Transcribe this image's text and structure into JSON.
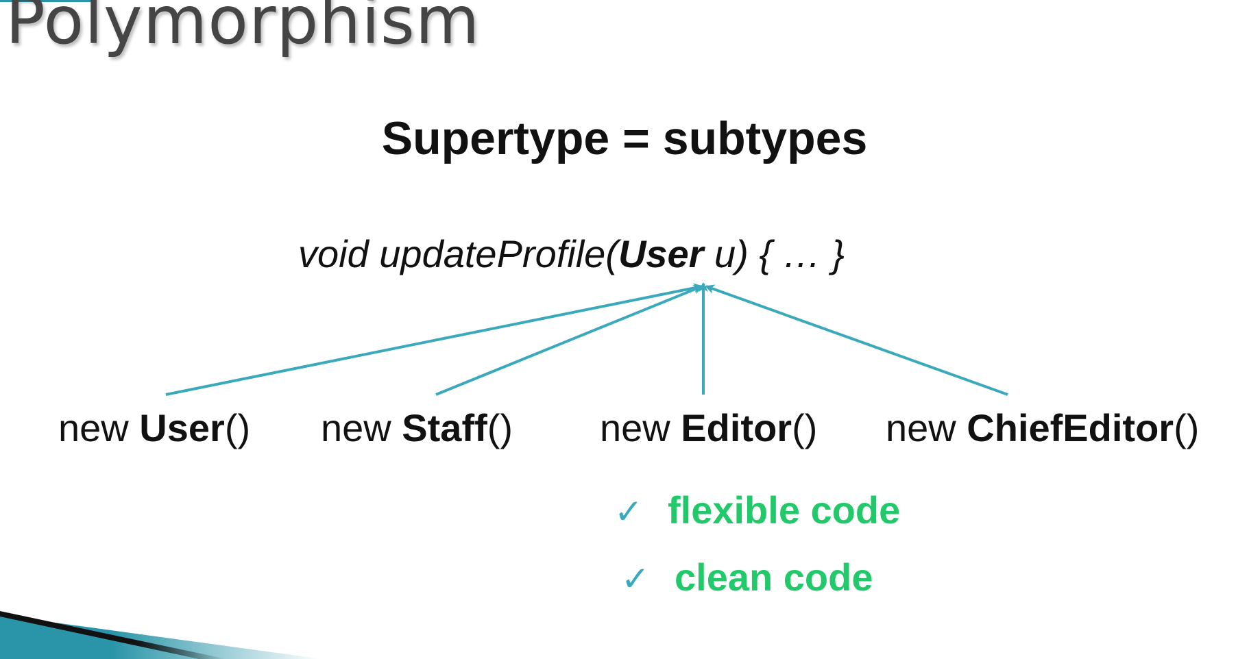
{
  "slide": {
    "title": "Polymorphism",
    "heading": "Supertype = subtypes"
  },
  "signature": {
    "prefix": "void updateProfile(",
    "param_type": "User",
    "suffix": " u) { … }"
  },
  "constructors": [
    {
      "keyword": "new ",
      "class_name": "User",
      "parens": "()"
    },
    {
      "keyword": "new ",
      "class_name": "Staff",
      "parens": "()"
    },
    {
      "keyword": "new ",
      "class_name": "Editor",
      "parens": "()"
    },
    {
      "keyword": "new ",
      "class_name": "ChiefEditor",
      "parens": "()"
    }
  ],
  "benefits": [
    {
      "check": "✓",
      "text": "flexible code"
    },
    {
      "check": "✓",
      "text": "clean code"
    }
  ],
  "colors": {
    "arrow": "#3aa9bb",
    "benefit_text": "#22c96a",
    "title_text": "#454545",
    "footer_band": "#2a95a8"
  },
  "icons": {
    "check": "check-icon",
    "arrow": "arrow-icon"
  }
}
